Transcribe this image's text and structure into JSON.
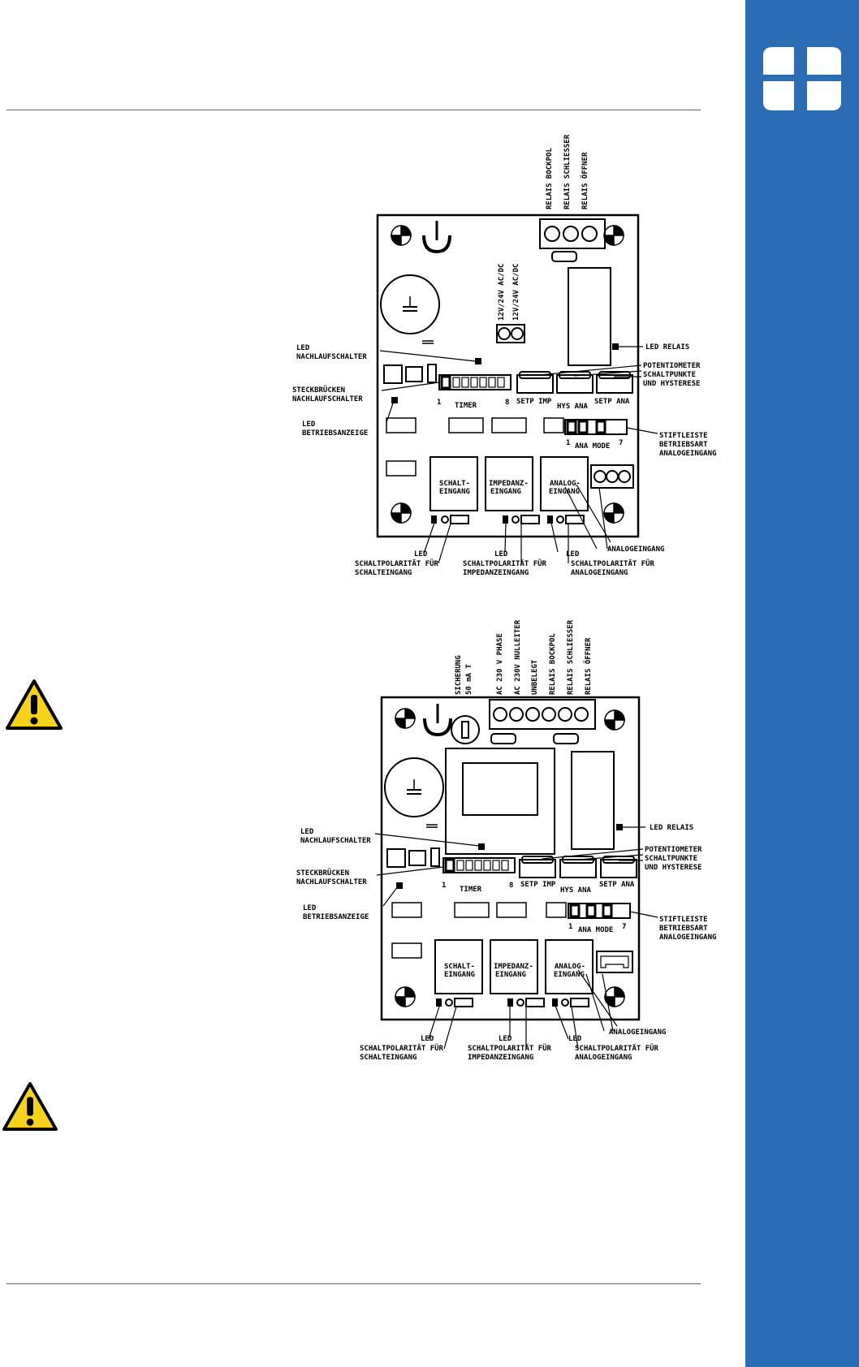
{
  "colors": {
    "accent": "#2a6db5",
    "warning": "#f7d21b",
    "ink": "#000000"
  },
  "icons": {
    "logo": "company-logo",
    "warning": "warning-triangle-icon"
  },
  "diagram1": {
    "top_labels": [
      "RELAIS BOCKPOL",
      "RELAIS SCHLIESSER",
      "RELAIS ÖFFNER"
    ],
    "supply_labels": [
      "12V/24V AC/DC",
      "12V/24V AC/DC"
    ],
    "timer": "TIMER",
    "pin_start": "1",
    "pin_end": "8",
    "pot_labels": [
      "SETP IMP",
      "HYS ANA",
      "SETP ANA"
    ],
    "ana_pin_start": "1",
    "ana_mode": "ANA MODE",
    "ana_pin_end": "7",
    "box_labels": [
      [
        "SCHALT-",
        "EINGANG"
      ],
      [
        "IMPEDANZ-",
        "EINGANG"
      ],
      [
        "ANALOG-",
        "EINGANG"
      ]
    ],
    "callouts": {
      "led_nachlauf": [
        "LED",
        "NACHLAUFSCHALTER"
      ],
      "steck": [
        "STECKBRÜCKEN",
        "NACHLAUFSCHALTER"
      ],
      "led_betrieb": [
        "LED",
        "BETRIEBSANZEIGE"
      ],
      "led_relais": "LED RELAIS",
      "poti": [
        "POTENTIOMETER",
        "SCHALTPUNKTE",
        "UND HYSTERESE"
      ],
      "stift": [
        "STIFTLEISTE",
        "BETRIEBSART",
        "ANALOGEINGANG"
      ],
      "analog": "ANALOGEINGANG",
      "led": "LED",
      "pol_schalt": [
        "SCHALTPOLARITÄT FÜR",
        "SCHALTEINGANG"
      ],
      "pol_imp": [
        "SCHALTPOLARITÄT FÜR",
        "IMPEDANZEINGANG"
      ],
      "pol_ana": [
        "SCHALTPOLARITÄT FÜR",
        "ANALOGEINGANG"
      ]
    }
  },
  "diagram2": {
    "fuse_label": [
      "SICHERUNG",
      "50 mA T"
    ],
    "top_labels": [
      "AC 230 V PHASE",
      "AC 230V NULLEITER",
      "UNBELEGT",
      "RELAIS BOCKPOL",
      "RELAIS SCHLIESSER",
      "RELAIS ÖFFNER"
    ],
    "timer": "TIMER",
    "pin_start": "1",
    "pin_end": "8",
    "pot_labels": [
      "SETP IMP",
      "HYS ANA",
      "SETP ANA"
    ],
    "ana_pin_start": "1",
    "ana_mode": "ANA MODE",
    "ana_pin_end": "7",
    "box_labels": [
      [
        "SCHALT-",
        "EINGANG"
      ],
      [
        "IMPEDANZ-",
        "EINGANG"
      ],
      [
        "ANALOG-",
        "EINGANG"
      ]
    ],
    "callouts": {
      "led_nachlauf": [
        "LED",
        "NACHLAUFSCHALTER"
      ],
      "steck": [
        "STECKBRÜCKEN",
        "NACHLAUFSCHALTER"
      ],
      "led_betrieb": [
        "LED",
        "BETRIEBSANZEIGE"
      ],
      "led_relais": "LED RELAIS",
      "poti": [
        "POTENTIOMETER",
        "SCHALTPUNKTE",
        "UND HYSTERESE"
      ],
      "stift": [
        "STIFTLEISTE",
        "BETRIEBSART",
        "ANALOGEINGANG"
      ],
      "analog": "ANALOGEINGANG",
      "led": "LED",
      "pol_schalt": [
        "SCHALTPOLARITÄT FÜR",
        "SCHALTEINGANG"
      ],
      "pol_imp": [
        "SCHALTPOLARITÄT FÜR",
        "IMPEDANZEINGANG"
      ],
      "pol_ana": [
        "SCHALTPOLARITÄT FÜR",
        "ANALOGEINGANG"
      ]
    }
  }
}
